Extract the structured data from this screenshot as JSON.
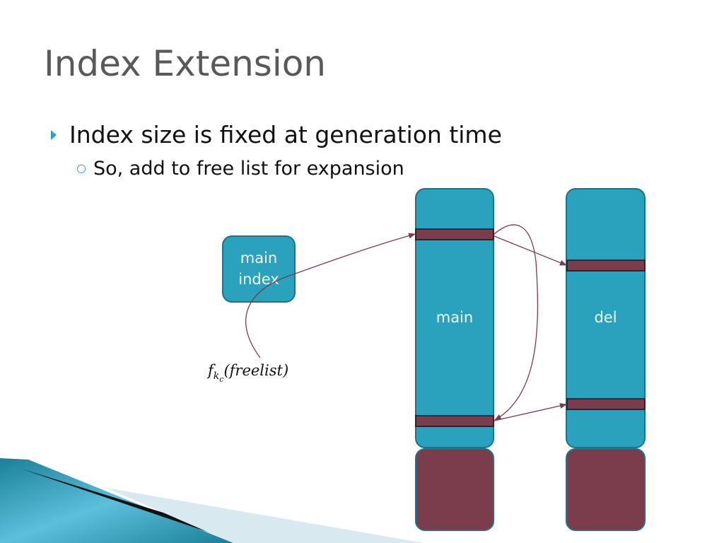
{
  "slide": {
    "title": "Index Extension",
    "bullets": [
      {
        "text": "Index size is fixed at generation time",
        "sub": [
          {
            "text": "So, add to free list for expansion"
          }
        ]
      }
    ]
  },
  "diagram": {
    "main_index_label": "main\nindex",
    "main_column_label": "main",
    "del_column_label": "del",
    "formula": {
      "base": "f",
      "sub": "k",
      "subsub": "c",
      "arg": "(freelist)"
    }
  },
  "colors": {
    "title": "#595959",
    "accent": "#2aa1bd",
    "box_fill": "#2aa1bd",
    "box_border": "#1f7389",
    "band_fill": "#7b3c4b",
    "arrow": "#7b3c4b"
  }
}
